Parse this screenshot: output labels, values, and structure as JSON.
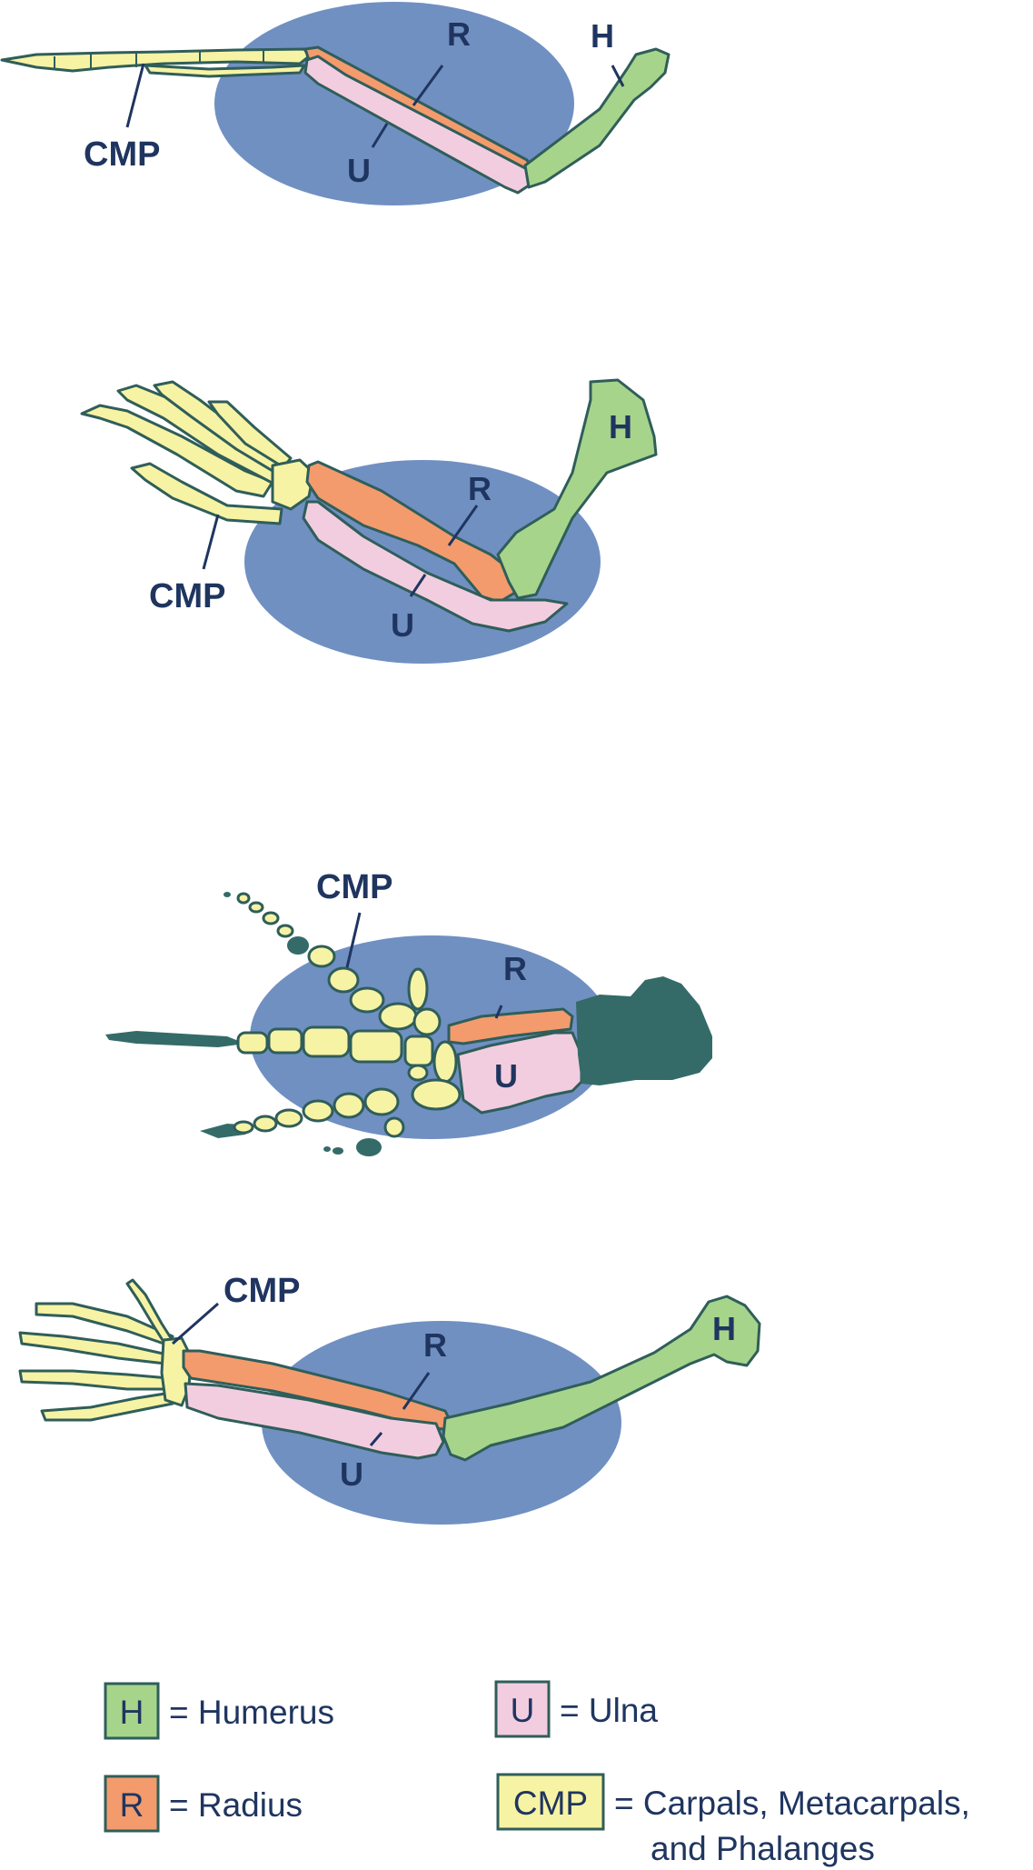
{
  "colors": {
    "humerus": "#a7d48b",
    "radius": "#f39b6d",
    "ulna": "#f2cde0",
    "cmp": "#f7f3a4",
    "body_ellipse": "#7090c2",
    "outline": "#2f5e5a",
    "dark_flipper": "#346b69",
    "text": "#1f3560"
  },
  "panels": [
    {
      "labels": {
        "cmp": "CMP",
        "radius": "R",
        "ulna": "U",
        "humerus": "H"
      }
    },
    {
      "labels": {
        "cmp": "CMP",
        "radius": "R",
        "ulna": "U",
        "humerus": "H"
      }
    },
    {
      "labels": {
        "cmp": "CMP",
        "radius": "R",
        "ulna": "U"
      }
    },
    {
      "labels": {
        "cmp": "CMP",
        "radius": "R",
        "ulna": "U",
        "humerus": "H"
      }
    }
  ],
  "legend": {
    "humerus": {
      "key": "H",
      "text": "= Humerus"
    },
    "ulna": {
      "key": "U",
      "text": "= Ulna"
    },
    "radius": {
      "key": "R",
      "text": "= Radius"
    },
    "cmp": {
      "key": "CMP",
      "text_line1": "= Carpals, Metacarpals,",
      "text_line2": "and Phalanges"
    }
  }
}
